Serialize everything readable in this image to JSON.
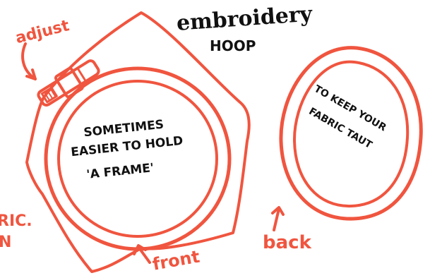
{
  "title": {
    "line1": "embroidery",
    "line2": "HOOP"
  },
  "labels": {
    "adjust": "adjust",
    "front": "front",
    "back": "back",
    "left_fragment_1": "RIC.",
    "left_fragment_2": "N"
  },
  "notes": {
    "front_line1": "SOMETIMES",
    "front_line2": "EASIER TO HOLD",
    "front_line3": "'A FRAME'",
    "back_line1": "TO KEEP YOUR",
    "back_line2": "FABRIC TAUT"
  },
  "colors": {
    "ink_red": "#f0553f",
    "ink_black": "#111111",
    "background": "#ffffff"
  }
}
